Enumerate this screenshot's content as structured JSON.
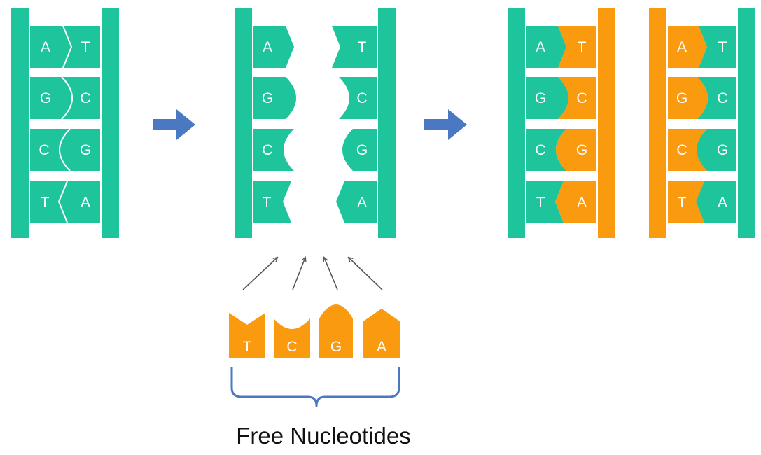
{
  "colors": {
    "original_strand": "#1dc49c",
    "new_strand": "#f99a0f",
    "arrow": "#4a78c2",
    "pointer": "#555555",
    "brace": "#4a78c2",
    "seam": "#ffffff"
  },
  "stages": [
    {
      "name": "original-dna",
      "pairs": [
        {
          "left": "A",
          "right": "T"
        },
        {
          "left": "G",
          "right": "C"
        },
        {
          "left": "C",
          "right": "G"
        },
        {
          "left": "T",
          "right": "A"
        }
      ]
    },
    {
      "name": "separated-strands",
      "pairs": [
        {
          "left": "A",
          "right": "T"
        },
        {
          "left": "G",
          "right": "C"
        },
        {
          "left": "C",
          "right": "G"
        },
        {
          "left": "T",
          "right": "A"
        }
      ]
    },
    {
      "name": "daughter-dna-1",
      "pairs": [
        {
          "left": "A",
          "right": "T"
        },
        {
          "left": "G",
          "right": "C"
        },
        {
          "left": "C",
          "right": "G"
        },
        {
          "left": "T",
          "right": "A"
        }
      ]
    },
    {
      "name": "daughter-dna-2",
      "pairs": [
        {
          "left": "A",
          "right": "T"
        },
        {
          "left": "G",
          "right": "C"
        },
        {
          "left": "C",
          "right": "G"
        },
        {
          "left": "T",
          "right": "A"
        }
      ]
    }
  ],
  "free_nucleotides": [
    "T",
    "C",
    "G",
    "A"
  ],
  "caption": "Free Nucleotides"
}
